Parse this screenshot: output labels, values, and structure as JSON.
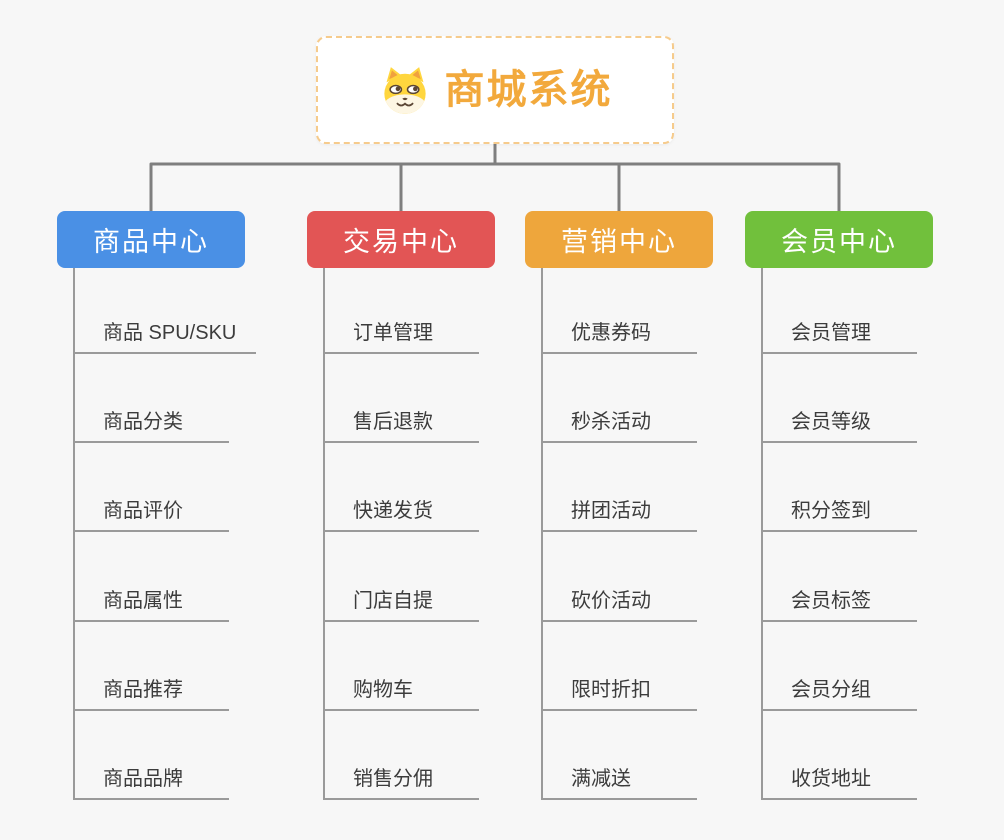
{
  "root": {
    "title": "商城系统",
    "icon": "shiba-dog-face"
  },
  "branches": [
    {
      "id": "product-center",
      "label": "商品中心",
      "items": [
        "商品 SPU/SKU",
        "商品分类",
        "商品评价",
        "商品属性",
        "商品推荐",
        "商品品牌"
      ]
    },
    {
      "id": "trade-center",
      "label": "交易中心",
      "items": [
        "订单管理",
        "售后退款",
        "快递发货",
        "门店自提",
        "购物车",
        "销售分佣"
      ]
    },
    {
      "id": "marketing-center",
      "label": "营销中心",
      "items": [
        "优惠券码",
        "秒杀活动",
        "拼团活动",
        "砍价活动",
        "限时折扣",
        "满减送"
      ]
    },
    {
      "id": "member-center",
      "label": "会员中心",
      "items": [
        "会员管理",
        "会员等级",
        "积分签到",
        "会员标签",
        "会员分组",
        "收货地址"
      ]
    }
  ],
  "css_vars": {
    "bg": "#F7F7F7",
    "root-bg": "#FFFFFF",
    "root-border": "#F6CB8C",
    "root-title": "#F2A93C",
    "connector": "#7F7F7F",
    "child-line": "#9A9A9A",
    "child-text": "#3C3C3C",
    "branch-text": "#FFFFFF",
    "branch-product": "#4A90E5",
    "branch-trade": "#E25555",
    "branch-marketing": "#EEA63C",
    "branch-member": "#71C03C",
    "dog-fur": "#FFD63E",
    "dog-muzzle": "#FDF6E3",
    "dog-dark": "#5B4634",
    "dog-ear-inner": "#F0A13F"
  }
}
